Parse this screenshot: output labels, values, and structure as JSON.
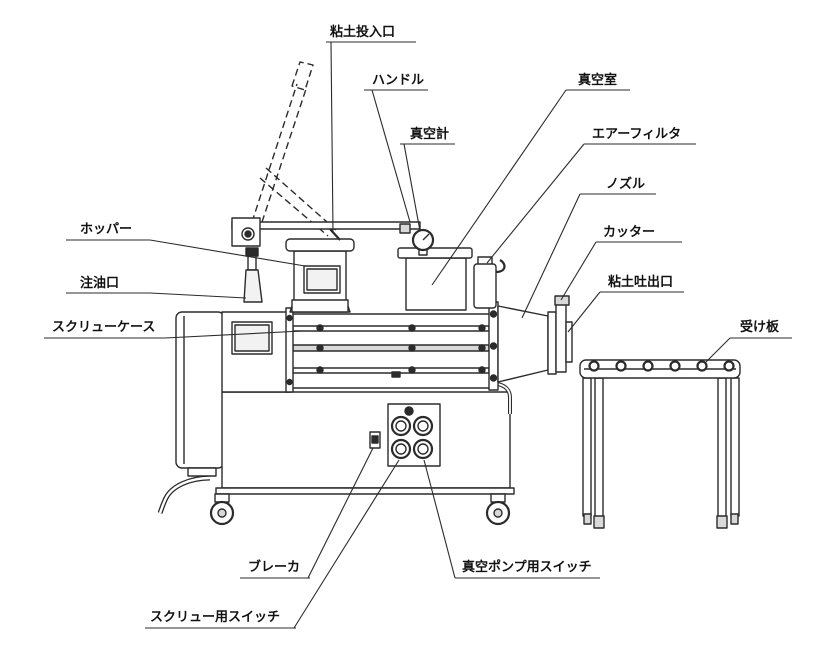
{
  "callouts": {
    "clay_inlet": "粘土投入口",
    "handle": "ハンドル",
    "vacuum_chamber": "真空室",
    "vacuum_gauge": "真空計",
    "air_filter": "エアーフィルタ",
    "nozzle": "ノズル",
    "hopper": "ホッパー",
    "cutter": "カッター",
    "oil_inlet": "注油口",
    "clay_outlet": "粘土吐出口",
    "screw_case": "スクリューケース",
    "receiving_board": "受け板",
    "breaker": "ブレーカ",
    "vacuum_pump_switch": "真空ポンプ用スイッチ",
    "screw_switch": "スクリュー用スイッチ"
  },
  "colors": {
    "line": "#2b2b2b",
    "background": "#ffffff"
  }
}
